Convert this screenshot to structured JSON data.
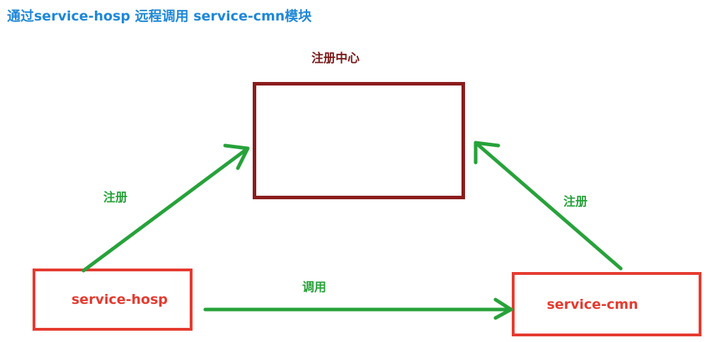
{
  "title": "通过service-hosp 远程调用 service-cmn模块",
  "registry": {
    "label": "注册中心"
  },
  "services": {
    "hosp": "service-hosp",
    "cmn": "service-cmn"
  },
  "edges": {
    "hosp_to_registry": "注册",
    "cmn_to_registry": "注册",
    "hosp_to_cmn": "调用"
  },
  "colors": {
    "title": "#1e88d8",
    "registry_border": "#8b1c1c",
    "registry_label": "#7a1a1a",
    "service_border": "#e53b30",
    "arrow": "#27a23a"
  }
}
